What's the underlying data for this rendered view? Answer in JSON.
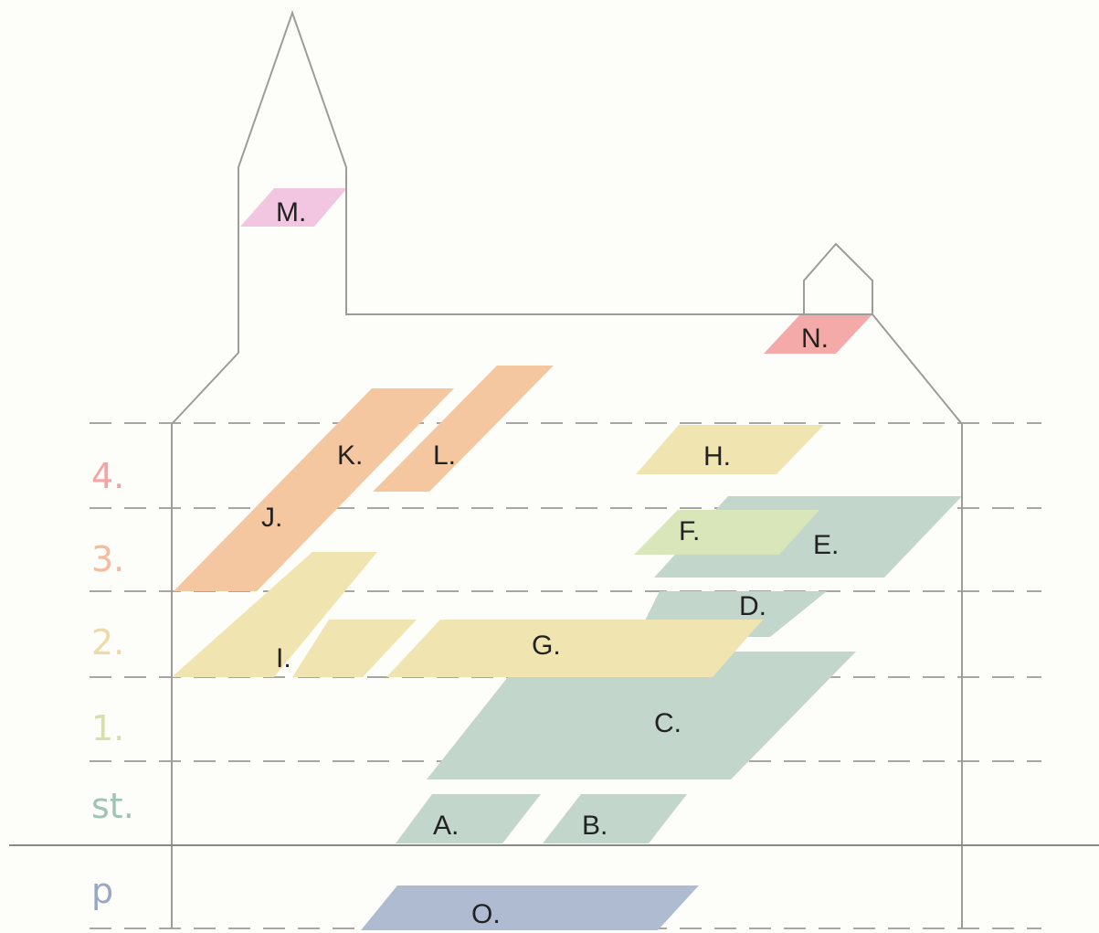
{
  "colors": {
    "background": "#fdfdf9",
    "outline": "#9e9c98",
    "dashed_line": "#a8a6a2",
    "orange": "#f5c7a0",
    "yellow": "#f0e5b0",
    "teal": "#c2d6cc",
    "light_green": "#d9e6b9",
    "pink": "#f2c6e0",
    "salmon": "#f4aaa8",
    "slate_blue": "#aebbd1"
  },
  "levels": [
    {
      "label": "4.",
      "color": "#f5a4a2"
    },
    {
      "label": "3.",
      "color": "#f4bb9c"
    },
    {
      "label": "2.",
      "color": "#efd9a6"
    },
    {
      "label": "1.",
      "color": "#d8dfa7"
    },
    {
      "label": "st.",
      "color": "#9fc3b5"
    },
    {
      "label": "p",
      "color": "#97a8c4"
    }
  ],
  "zones": [
    {
      "label": "A.",
      "color": "#c2d6cc"
    },
    {
      "label": "B.",
      "color": "#c2d6cc"
    },
    {
      "label": "C.",
      "color": "#c2d6cc"
    },
    {
      "label": "D.",
      "color": "#c2d6cc"
    },
    {
      "label": "E.",
      "color": "#c2d6cc"
    },
    {
      "label": "F.",
      "color": "#d9e6b9"
    },
    {
      "label": "G.",
      "color": "#f0e5b0"
    },
    {
      "label": "H.",
      "color": "#f0e5b0"
    },
    {
      "label": "I.",
      "color": "#f0e5b0"
    },
    {
      "label": "J.",
      "color": "#f5c7a0"
    },
    {
      "label": "K.",
      "color": "#f5c7a0"
    },
    {
      "label": "L.",
      "color": "#f5c7a0"
    },
    {
      "label": "M.",
      "color": "#f2c6e0"
    },
    {
      "label": "N.",
      "color": "#f4aaa8"
    },
    {
      "label": "O.",
      "color": "#aebbd1"
    }
  ]
}
